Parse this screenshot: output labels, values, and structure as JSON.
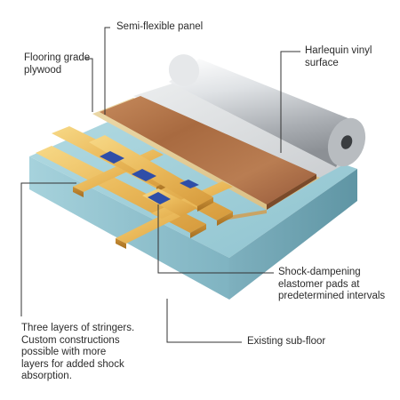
{
  "labels": {
    "semi_flexible_panel": [
      "Semi-flexible panel"
    ],
    "flooring_plywood": [
      "Flooring grade",
      "plywood"
    ],
    "harlequin_surface": [
      "Harlequin vinyl",
      "surface"
    ],
    "shock_pads": [
      "Shock-dampening",
      "elastomer pads at",
      "predetermined intervals"
    ],
    "existing_subfloor": [
      "Existing sub-floor"
    ],
    "stringers": [
      "Three layers of stringers.",
      "Custom constructions",
      "possible with more",
      "layers for added shock",
      "absorption."
    ]
  },
  "colors": {
    "subfloor_top": "#9ccbd6",
    "subfloor_front": "#86b8c6",
    "subfloor_side": "#6fa2b0",
    "wood_light": "#f2c96a",
    "wood_mid": "#e0a94a",
    "wood_dark": "#b9802c",
    "pad_blue": "#2f4ea8",
    "panel_brown": "#b7774a",
    "panel_dark": "#8e5430",
    "vinyl_silver": "#d6d8da",
    "leader_line": "#333333"
  }
}
